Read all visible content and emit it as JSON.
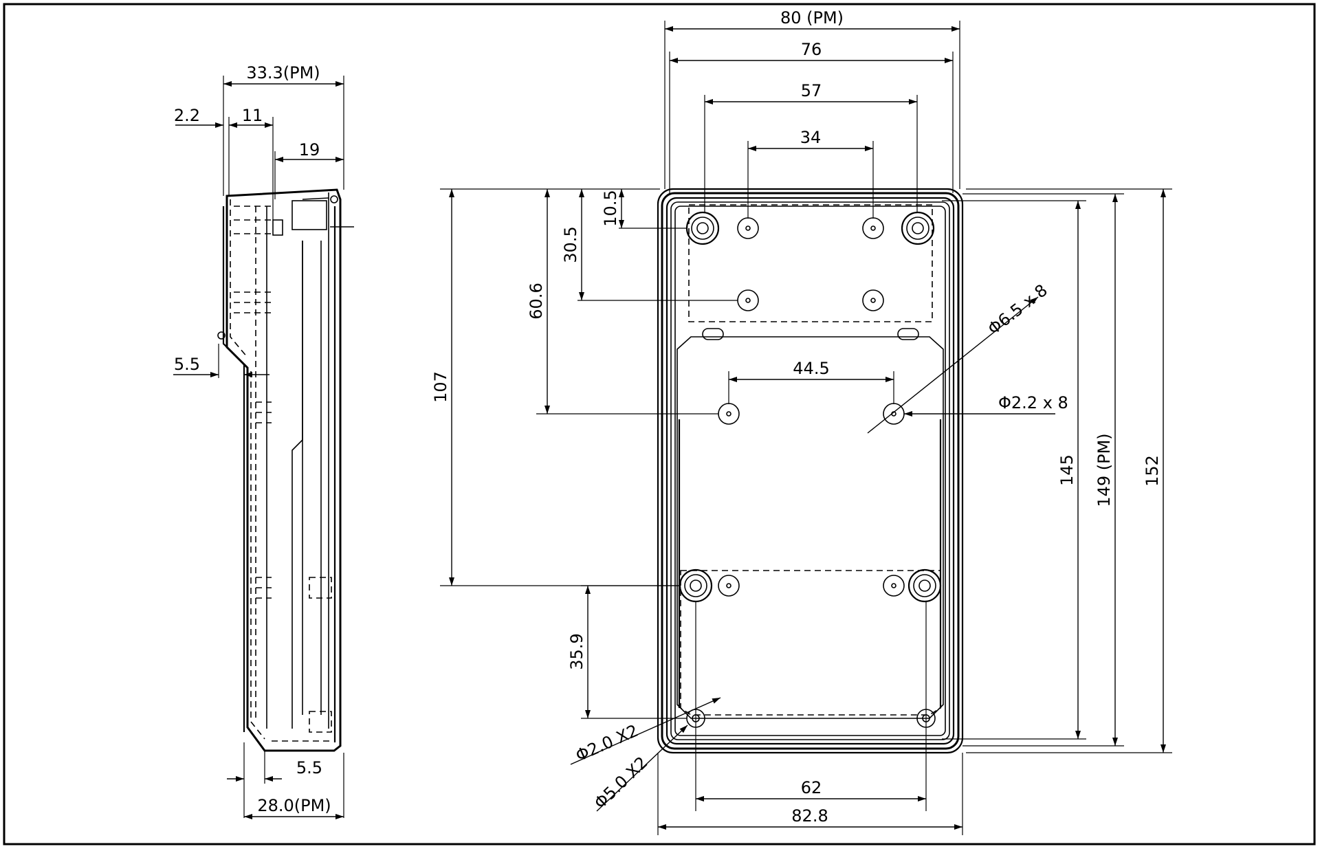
{
  "side_view": {
    "width_pm": "33.3(PM)",
    "offset_left": "2.2",
    "wall": "11",
    "depth_top": "19",
    "step": "5.5",
    "bottom_step": "5.5",
    "bottom_width_pm": "28.0(PM)"
  },
  "front_view": {
    "width_pm": "80 (PM)",
    "width_inner": "76",
    "hole_spacing_57": "57",
    "hole_spacing_34": "34",
    "hole_spacing_44_5": "44.5",
    "hole_spacing_62": "62",
    "width_overall": "82.8",
    "top_offset": "10.5",
    "row_offset": "30.5",
    "mid_offset": "60.6",
    "lower_offset": "107",
    "bottom_offset": "35.9",
    "height_145": "145",
    "height_pm": "149 (PM)",
    "height_overall": "152",
    "callout_d65": "Φ6.5 x 8",
    "callout_d22": "Φ2.2 x 8",
    "callout_d20": "Φ2.0 X2",
    "callout_d50": "Φ5.0 X2"
  },
  "colors": {
    "line": "#000000",
    "background": "#ffffff"
  }
}
